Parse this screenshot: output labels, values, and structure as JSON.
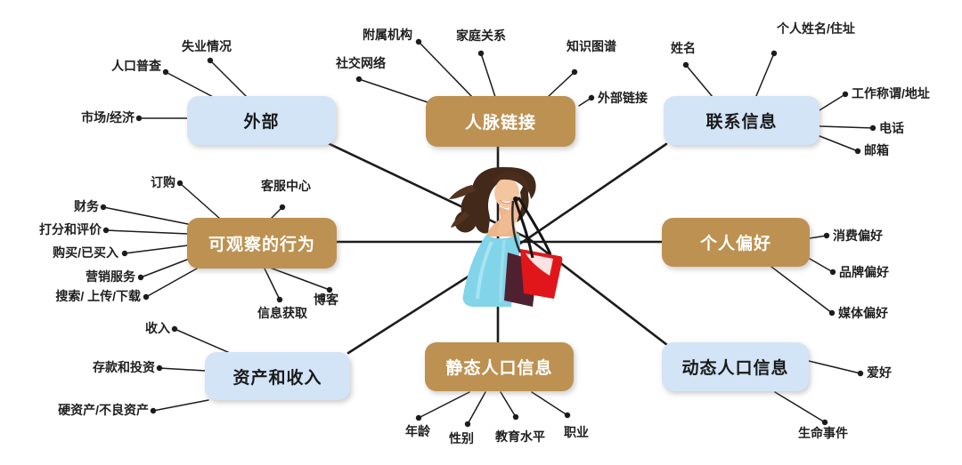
{
  "colors": {
    "node_blue": "#d3e4f7",
    "node_tan": "#bd9151",
    "node_text_dark": "#1a1a1a",
    "node_text_light": "#ffffff",
    "leaf_text": "#1f1f1f",
    "line": "#1c1c1c",
    "photo_dress": "#82d4e9",
    "photo_red_bag": "#e0161a"
  },
  "center_image": {
    "name": "woman-with-shopping-bags-photo"
  },
  "nodes": [
    {
      "label": "外部",
      "color_style": "blue",
      "leaves": [
        "失业情况",
        "人口普查",
        "市场/经济"
      ]
    },
    {
      "label": "人脉链接",
      "color_style": "tan",
      "leaves": [
        "社交网络",
        "附属机构",
        "家庭关系",
        "知识图谱",
        "外部链接"
      ]
    },
    {
      "label": "联系信息",
      "color_style": "blue",
      "leaves": [
        "姓名",
        "个人姓名/住址",
        "工作称谓/地址",
        "电话",
        "邮箱"
      ]
    },
    {
      "label": "可观察的行为",
      "color_style": "tan",
      "leaves": [
        "订购",
        "客服中心",
        "财务",
        "打分和评价",
        "购买/已买入",
        "营销服务",
        "搜索/ 上传/下载",
        "信息获取",
        "博客"
      ]
    },
    {
      "label": "个人偏好",
      "color_style": "tan",
      "leaves": [
        "消费偏好",
        "品牌偏好",
        "媒体偏好"
      ]
    },
    {
      "label": "资产和收入",
      "color_style": "blue",
      "leaves": [
        "收入",
        "存款和投资",
        "硬资产/不良资产"
      ]
    },
    {
      "label": "静态人口信息",
      "color_style": "tan",
      "leaves": [
        "年龄",
        "性别",
        "教育水平",
        "职业"
      ]
    },
    {
      "label": "动态人口信息",
      "color_style": "blue",
      "leaves": [
        "爱好",
        "生命事件"
      ]
    }
  ]
}
